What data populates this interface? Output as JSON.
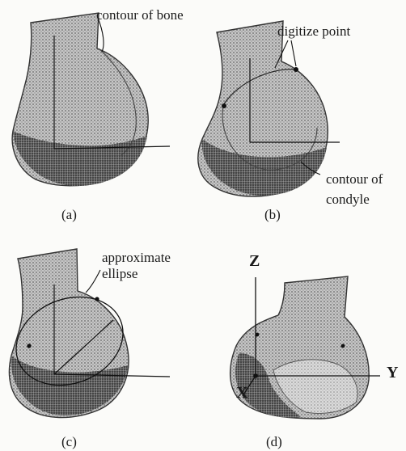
{
  "figure": {
    "panels": [
      {
        "id": "a",
        "caption": "(a)",
        "annotations": [
          "contour of bone"
        ]
      },
      {
        "id": "b",
        "caption": "(b)",
        "annotations": [
          "digitize point",
          "contour of",
          "condyle"
        ]
      },
      {
        "id": "c",
        "caption": "(c)",
        "annotations": [
          "approximate",
          "ellipse"
        ]
      },
      {
        "id": "d",
        "caption": "(d)",
        "axes": [
          "Z",
          "Y",
          "X"
        ]
      }
    ]
  }
}
